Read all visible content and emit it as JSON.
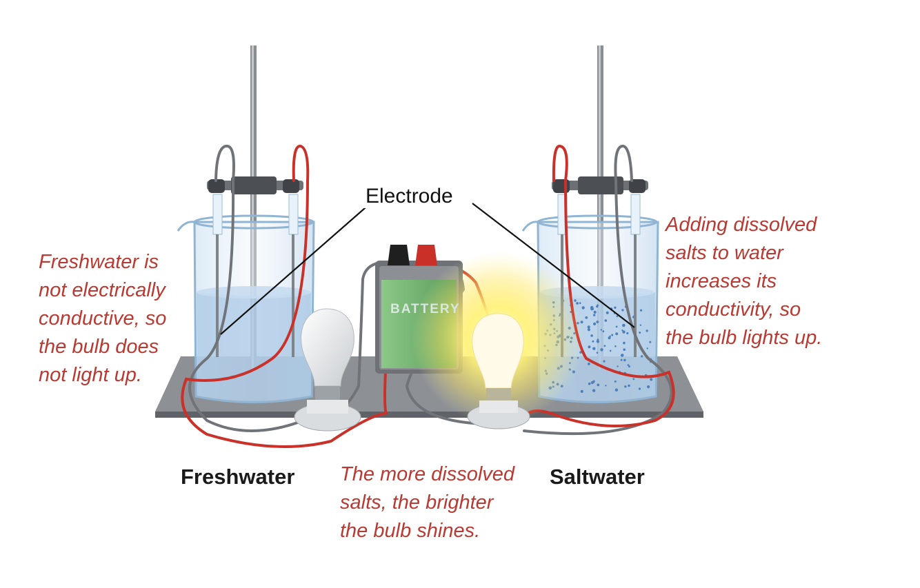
{
  "labels": {
    "electrode": "Electrode",
    "freshwater": "Freshwater",
    "saltwater": "Saltwater",
    "battery": "BATTERY"
  },
  "notes": {
    "freshwater": "Freshwater is\nnot electrically\nconductive, so\nthe bulb does\nnot light up.",
    "saltwater": "Adding dissolved\nsalts to water\nincreases its\nconductivity, so\nthe bulb lights up.",
    "bottom": "The more dissolved\nsalts, the brighter\nthe bulb shines."
  },
  "colors": {
    "annotation": "#b83a32",
    "wire_red": "#c9322a",
    "wire_gray": "#707479",
    "water": "#a9c8e6",
    "glow": "#fff27a"
  }
}
